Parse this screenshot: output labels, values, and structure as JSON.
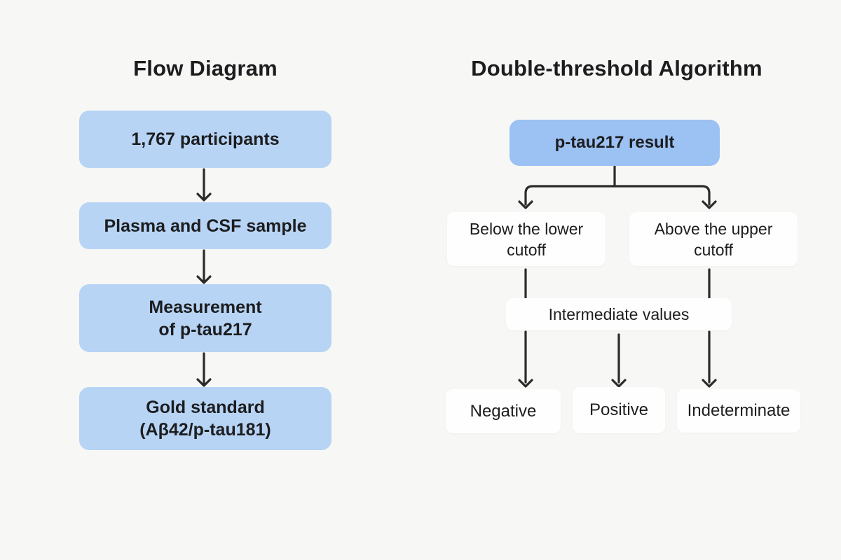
{
  "colors": {
    "background": "#f7f7f5",
    "left_box_fill": "#b7d4f5",
    "root_box_fill": "#9cc1f3",
    "white_box_fill": "#fefefe",
    "text": "#1d1d1f",
    "arrow": "#2b2b2b"
  },
  "left_diagram": {
    "title": "Flow Diagram",
    "boxes": [
      {
        "lines": [
          "1,767 participants"
        ]
      },
      {
        "lines": [
          "Plasma and CSF sample"
        ]
      },
      {
        "lines": [
          "Measurement",
          "of p-tau217"
        ]
      },
      {
        "lines": [
          "Gold standard",
          "(Aβ42/p-tau181)"
        ]
      }
    ]
  },
  "right_diagram": {
    "title": "Double-threshold Algorithm",
    "root_box": {
      "lines": [
        "p-tau217 result"
      ]
    },
    "branch_boxes": [
      {
        "lines": [
          "Below the lower",
          "cutoff"
        ]
      },
      {
        "lines": [
          "Above the upper",
          "cutoff"
        ]
      }
    ],
    "middle_box": {
      "lines": [
        "Intermediate values"
      ]
    },
    "outcome_boxes": [
      {
        "lines": [
          "Negative"
        ]
      },
      {
        "lines": [
          "Positive"
        ]
      },
      {
        "lines": [
          "Indeterminate"
        ]
      }
    ]
  }
}
